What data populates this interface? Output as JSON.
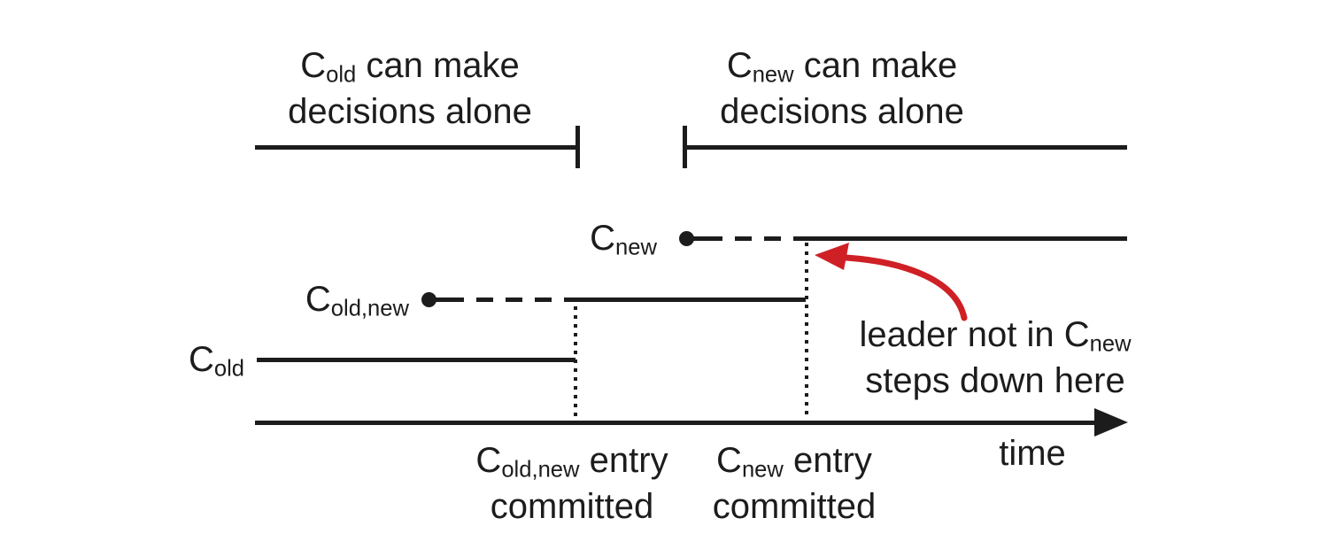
{
  "colors": {
    "bg": "#ffffff",
    "ink": "#1c1c1c",
    "red": "#cf2026"
  },
  "captions": {
    "old": {
      "base": "C",
      "sub": "old",
      "rest": " can make",
      "line2": "decisions alone"
    },
    "new": {
      "base": "C",
      "sub": "new",
      "rest": " can make",
      "line2": "decisions alone"
    }
  },
  "rows": {
    "c_new": {
      "base": "C",
      "sub": "new"
    },
    "c_old_new": {
      "base": "C",
      "sub": "old,new"
    },
    "c_old": {
      "base": "C",
      "sub": "old"
    }
  },
  "bottom": {
    "old_new_committed": {
      "base": "C",
      "sub": "old,new",
      "rest": " entry",
      "line2": "committed"
    },
    "new_committed": {
      "base": "C",
      "sub": "new",
      "rest": " entry",
      "line2": "committed"
    }
  },
  "leader_note": {
    "prefix": "leader not in ",
    "base": "C",
    "sub": "new",
    "line2": "steps down here"
  },
  "time_label": "time"
}
